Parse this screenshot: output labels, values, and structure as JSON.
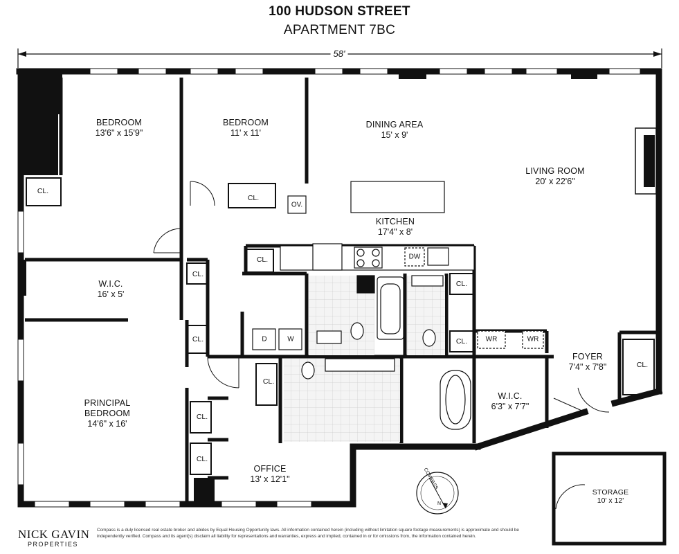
{
  "header": {
    "title": "100 HUDSON STREET",
    "subtitle": "APARTMENT 7BC"
  },
  "overall_width": "58'",
  "rooms": {
    "bedroom1": {
      "name": "BEDROOM",
      "dims": "13'6\" x 15'9\""
    },
    "bedroom2": {
      "name": "BEDROOM",
      "dims": "11' x 11'"
    },
    "dining": {
      "name": "DINING AREA",
      "dims": "15' x 9'"
    },
    "living": {
      "name": "LIVING ROOM",
      "dims": "20' x 22'6\""
    },
    "kitchen": {
      "name": "KITCHEN",
      "dims": "17'4\" x 8'"
    },
    "wic1": {
      "name": "W.I.C.",
      "dims": "16' x 5'"
    },
    "principal": {
      "name": "PRINCIPAL",
      "name2": "BEDROOM",
      "dims": "14'6\" x 16'"
    },
    "wic2": {
      "name": "W.I.C.",
      "dims": "6'3\" x 7'7\""
    },
    "foyer": {
      "name": "FOYER",
      "dims": "7'4\" x 7'8\""
    },
    "office": {
      "name": "OFFICE",
      "dims": "13' x 12'1\""
    },
    "storage": {
      "name": "STORAGE",
      "dims": "10' x 12'"
    }
  },
  "closet_label": "CL.",
  "appliances": {
    "oven": "OV.",
    "dishwasher": "DW",
    "dryer": "D",
    "washer": "W",
    "wine1": "WR",
    "wine2": "WR"
  },
  "compass": {
    "label": "COMPASS",
    "north": "N"
  },
  "footer": {
    "brand": "NICK GAVIN",
    "brand_sub": "PROPERTIES",
    "disclaimer": "Compass is a duly licensed real estate broker and abides by Equal Housing Opportunity laws.  All information contained herein (including without limitation square footage measurements) is approximate and should be independently verified. Compass and its agent(s) disclaim all liability for representations and warranties, express and implied, contained in or for omissions from, the information contained herein."
  }
}
